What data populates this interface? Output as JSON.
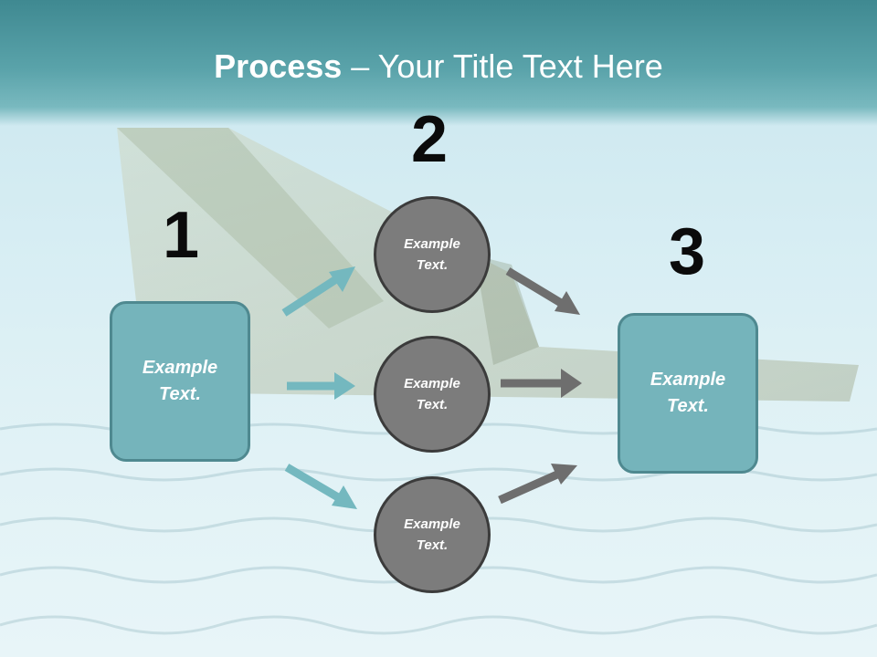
{
  "title": {
    "bold": "Process",
    "rest": " – Your Title Text Here"
  },
  "numbers": [
    "1",
    "2",
    "3"
  ],
  "left_box": {
    "line1": "Example",
    "line2": "Text."
  },
  "right_box": {
    "line1": "Example",
    "line2": "Text."
  },
  "circles": [
    {
      "line1": "Example",
      "line2": "Text."
    },
    {
      "line1": "Example",
      "line2": "Text."
    },
    {
      "line1": "Example",
      "line2": "Text."
    }
  ],
  "colors": {
    "teal_arrow": "#74b8bf",
    "gray_arrow": "#6e6e6e",
    "box_fill": "#75b4bb",
    "circle_fill": "#7c7c7c"
  }
}
